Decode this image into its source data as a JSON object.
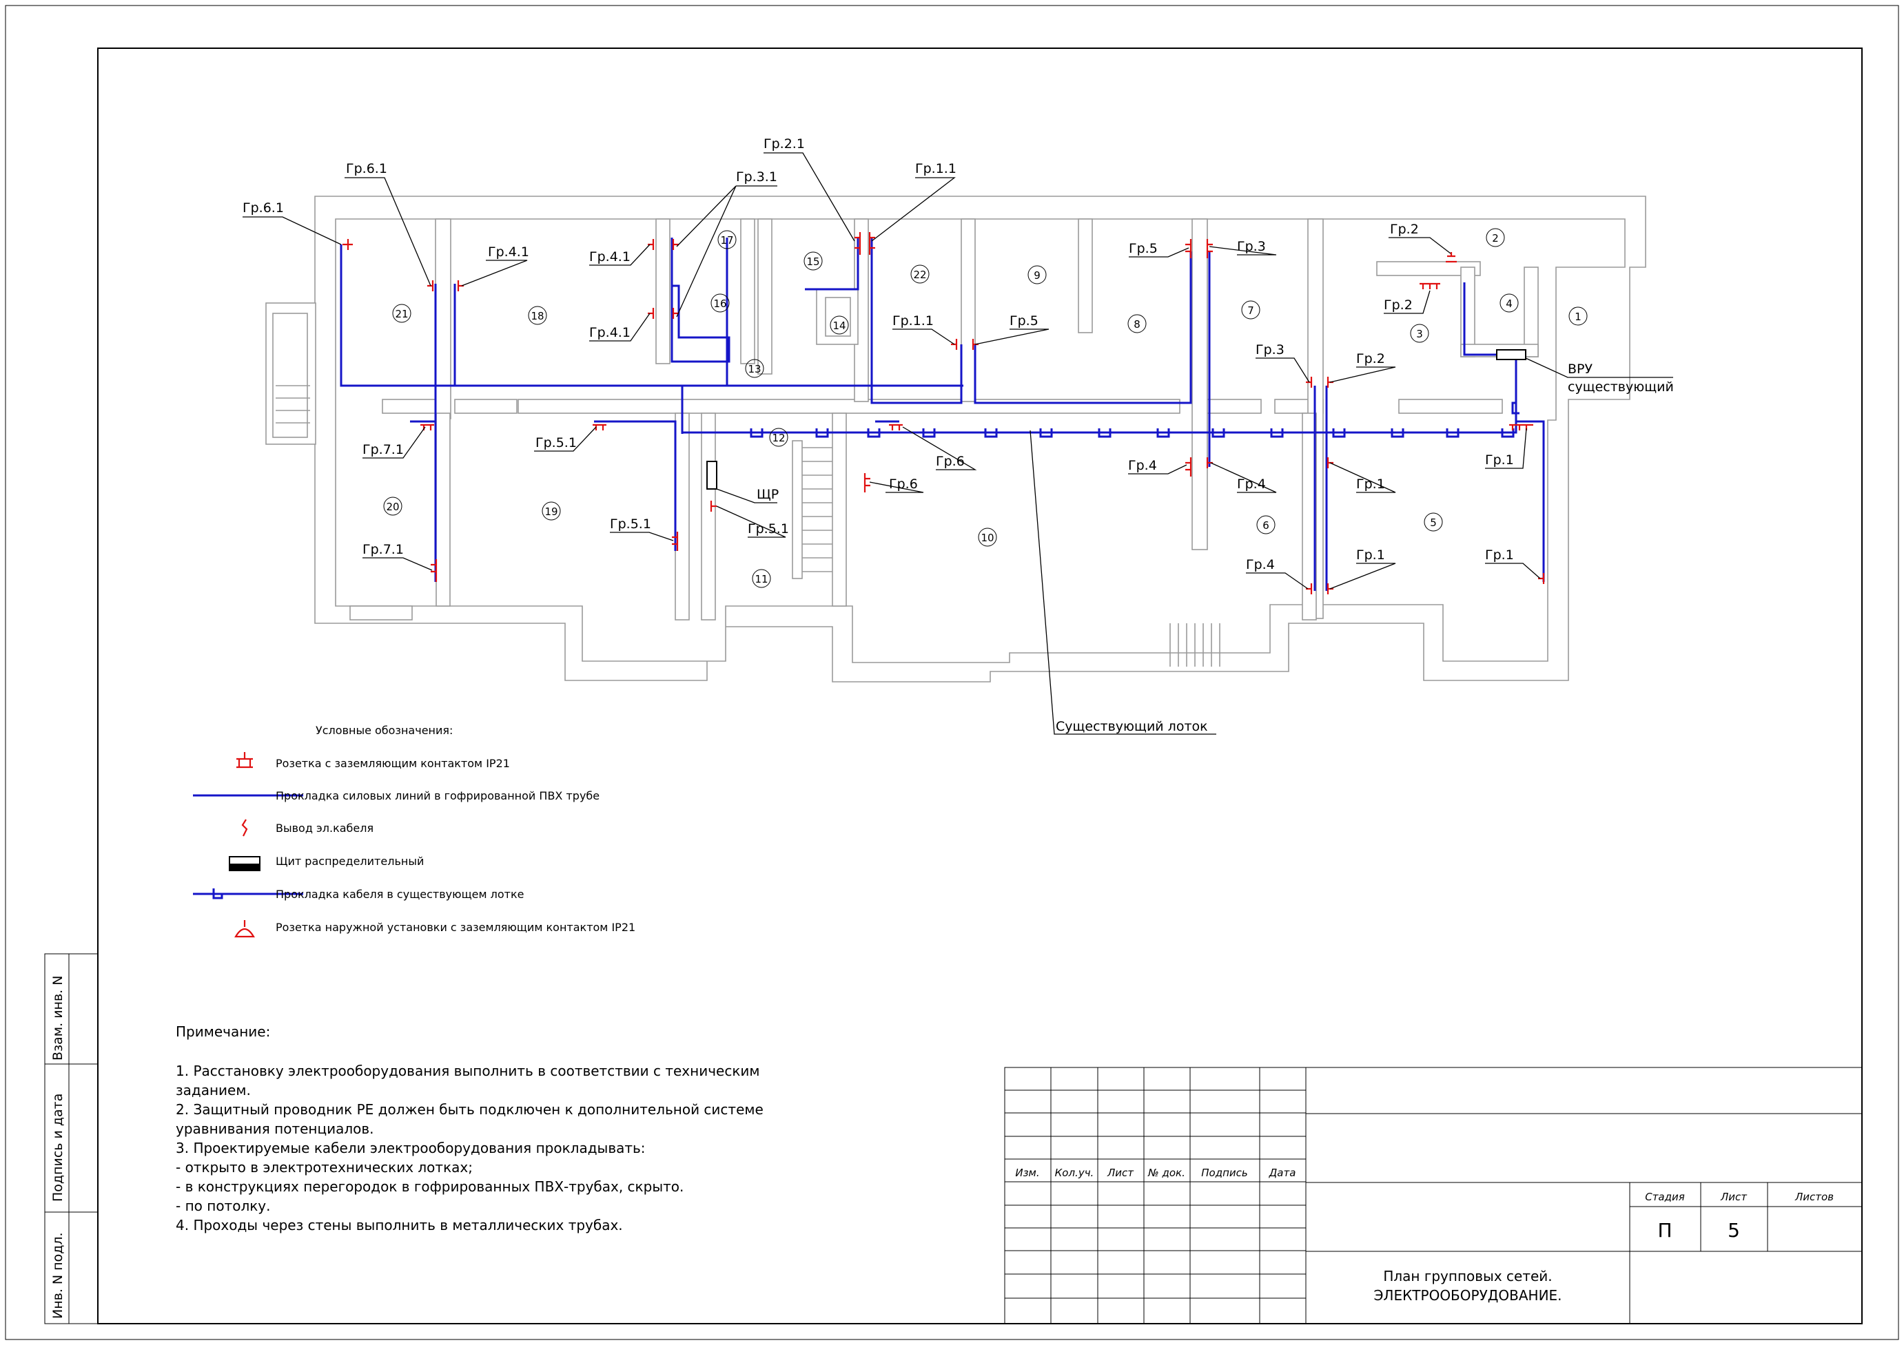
{
  "rooms": [
    "1",
    "2",
    "3",
    "4",
    "5",
    "6",
    "7",
    "8",
    "9",
    "10",
    "11",
    "12",
    "13",
    "14",
    "15",
    "16",
    "17",
    "18",
    "19",
    "20",
    "21",
    "22"
  ],
  "group_labels": {
    "g61a": "Гр.6.1",
    "g61b": "Гр.6.1",
    "g41a": "Гр.4.1",
    "g41b": "Гр.4.1",
    "g41c": "Гр.4.1",
    "g21": "Гр.2.1",
    "g31": "Гр.3.1",
    "g11a": "Гр.1.1",
    "g11b": "Гр.1.1",
    "g5a": "Гр.5",
    "g5b": "Гр.5",
    "g3a": "Гр.3",
    "g3b": "Гр.3",
    "g2a": "Гр.2",
    "g2b": "Гр.2",
    "g2c": "Гр.2",
    "g71a": "Гр.7.1",
    "g71b": "Гр.7.1",
    "g51a": "Гр.5.1",
    "g51b": "Гр.5.1",
    "g51c": "Гр.5.1",
    "g6a": "Гр.6",
    "g6b": "Гр.6",
    "g4a": "Гр.4",
    "g4b": "Гр.4",
    "g4c": "Гр.4",
    "g1a": "Гр.1",
    "g1b": "Гр.1",
    "g1c": "Гр.1",
    "g1d": "Гр.1"
  },
  "panel_labels": {
    "shr": "ЩР",
    "vru": "ВРУ",
    "vru_sub": "существующий",
    "tray": "Существующий лоток"
  },
  "legend": {
    "title": "Условные обозначения:",
    "items": [
      "Розетка с заземляющим контактом IP21",
      "Прокладка силовых линий в гофрированной ПВХ трубе",
      "Вывод эл.кабеля",
      "Щит распределительный",
      "Прокладка кабеля в существующем лотке",
      "Розетка наружной установки с заземляющим контактом IP21"
    ]
  },
  "notes": {
    "title": "Примечание:",
    "lines": [
      "1. Расстановку электрооборудования выполнить в соответствии с техническим",
      "заданием.",
      "2. Защитный проводник PE должен быть подключен к дополнительной системе",
      "уравнивания потенциалов.",
      "3. Проектируемые кабели электрооборудования прокладывать:",
      "- открыто в электротехнических лотках;",
      "- в конструкциях перегородок в гофрированных ПВХ-трубах, скрыто.",
      "- по потолку.",
      "4. Проходы через стены выполнить в металлических трубах."
    ]
  },
  "side_stamp": [
    "Взам. инв. N",
    "Подпись и дата",
    "Инв. N подл."
  ],
  "title_block": {
    "cols": [
      "Изм.",
      "Кол.уч.",
      "Лист",
      "№ док.",
      "Подпись",
      "Дата"
    ],
    "stage_header": "Стадия",
    "sheet_header": "Лист",
    "sheets_header": "Листов",
    "stage": "П",
    "sheet": "5",
    "title_line1": "План групповых сетей.",
    "title_line2": "ЭЛЕКТРООБОРУДОВАНИЕ."
  },
  "colors": {
    "cable": "#1515c8",
    "socket": "#e01010",
    "wall": "#9a9a9a"
  }
}
